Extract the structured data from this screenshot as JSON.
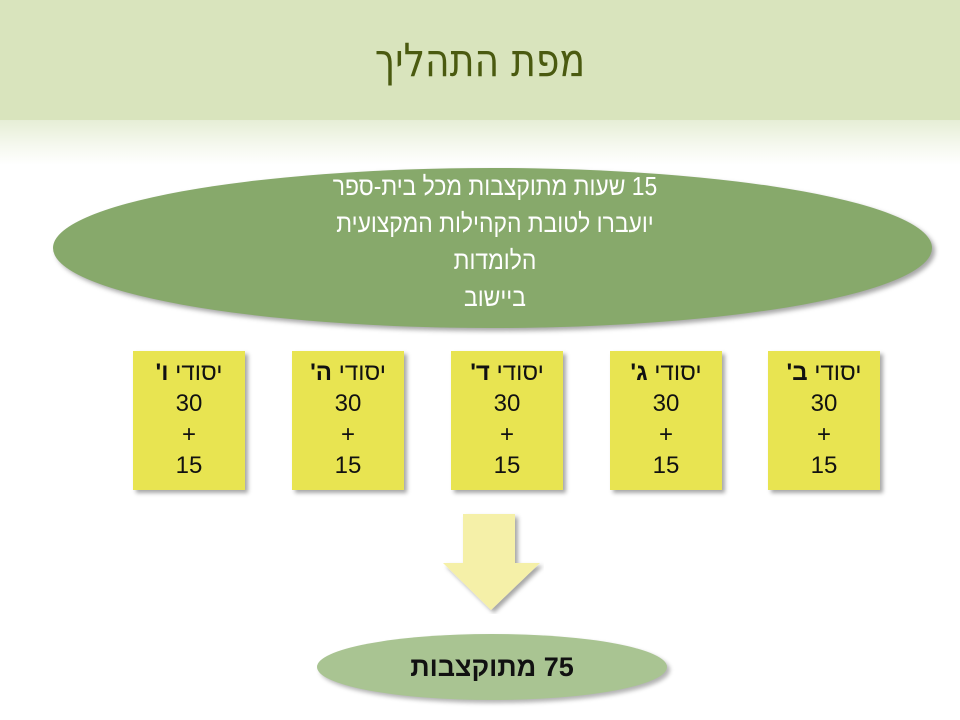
{
  "slide": {
    "title": "מפת התהליך",
    "colors": {
      "title_bar": "#d9e4bd",
      "title_text": "#4a5a10",
      "main_ellipse": "#87a96b",
      "grade_box": "#e8e451",
      "arrow": "#f5f0a8",
      "result_ellipse": "#a9c492"
    }
  },
  "main_ellipse": {
    "lines": [
      "15 שעות מתוקצבות מכל בית-ספר",
      "יועברו לטובת הקהילות המקצועית",
      "הלומדות",
      "ביישוב"
    ]
  },
  "grade_boxes": [
    {
      "prefix": "יסודי",
      "grade": "ו'",
      "base": "30",
      "op": "+",
      "extra": "15"
    },
    {
      "prefix": "יסודי",
      "grade": "ה'",
      "base": "30",
      "op": "+",
      "extra": "15"
    },
    {
      "prefix": "יסודי",
      "grade": "ד'",
      "base": "30",
      "op": "+",
      "extra": "15"
    },
    {
      "prefix": "יסודי",
      "grade": "ג'",
      "base": "30",
      "op": "+",
      "extra": "15"
    },
    {
      "prefix": "יסודי",
      "grade": "ב'",
      "base": "30",
      "op": "+",
      "extra": "15"
    }
  ],
  "arrow": {
    "icon": "down-arrow-icon"
  },
  "result": {
    "text": "75 מתוקצבות"
  }
}
